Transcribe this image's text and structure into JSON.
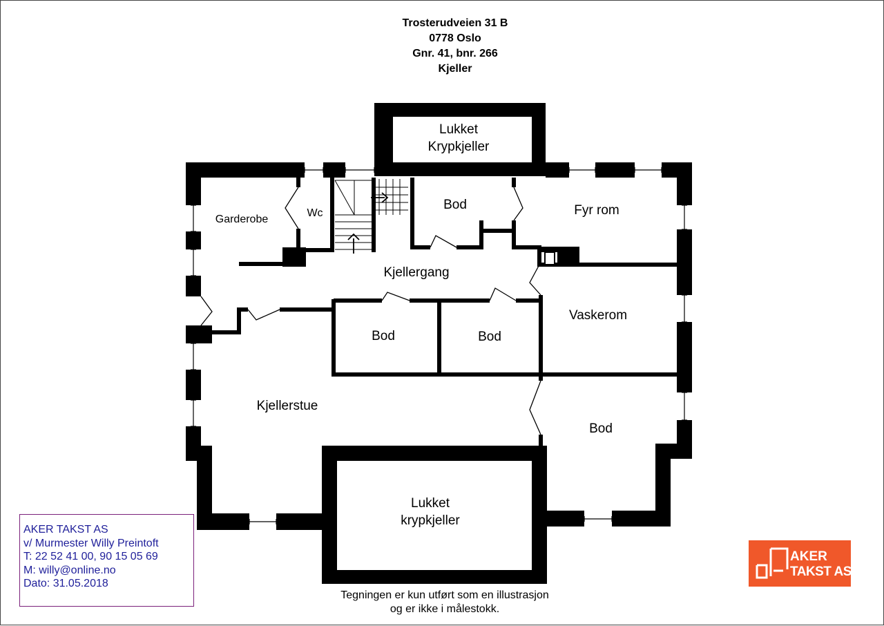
{
  "header": {
    "address": "Trosterudveien 31 B",
    "postal": "0778 Oslo",
    "cadastral": "Gnr. 41, bnr. 266",
    "floor": "Kjeller"
  },
  "rooms": {
    "crawl_top_line1": "Lukket",
    "crawl_top_line2": "Krypkjeller",
    "garderobe": "Garderobe",
    "wc": "Wc",
    "bod_top": "Bod",
    "fyr_rom": "Fyr rom",
    "kjellergang": "Kjellergang",
    "vaskerom": "Vaskerom",
    "bod_mid_left": "Bod",
    "bod_mid_right": "Bod",
    "kjellerstue": "Kjellerstue",
    "bod_right": "Bod",
    "crawl_bottom_line1": "Lukket",
    "crawl_bottom_line2": "krypkjeller"
  },
  "contact": {
    "company": "AKER TAKST AS",
    "person": "v/ Murmester Willy Preintoft",
    "phone": "T: 22 52 41 00, 90 15 05 69",
    "email": "M: willy@online.no",
    "date": "Dato: 31.05.2018"
  },
  "footnote": {
    "line1": "Tegningen er kun utført som en illustrasjon",
    "line2": "og er ikke i målestokk."
  },
  "logo": {
    "line1": "AKER",
    "line2": "TAKST AS",
    "color": "#f0582a"
  },
  "colors": {
    "wall": "#000000",
    "contact_text": "#1f1f9a",
    "contact_border": "#7a1f7a"
  }
}
